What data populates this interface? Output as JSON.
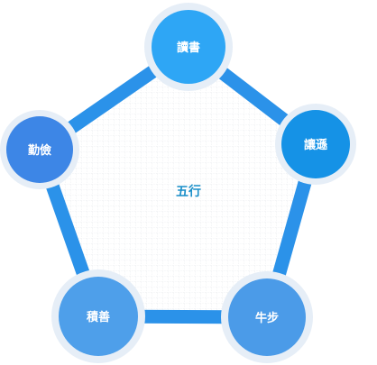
{
  "center": {
    "label": "五行"
  },
  "nodes": [
    {
      "key": "top",
      "label": "讀書",
      "color": "#2ea6f5"
    },
    {
      "key": "right",
      "label": "讓遜",
      "color": "#1592e6"
    },
    {
      "key": "bottom-right",
      "label": "牛步",
      "color": "#4b9be8"
    },
    {
      "key": "bottom-left",
      "label": "積善",
      "color": "#4e9fea"
    },
    {
      "key": "left",
      "label": "勤儉",
      "color": "#3d86e6"
    }
  ],
  "colors": {
    "edge": "#2b92e9",
    "halo": "#e6eef7",
    "grid": "#d3d8de",
    "center_text": "#1a8fc9"
  }
}
